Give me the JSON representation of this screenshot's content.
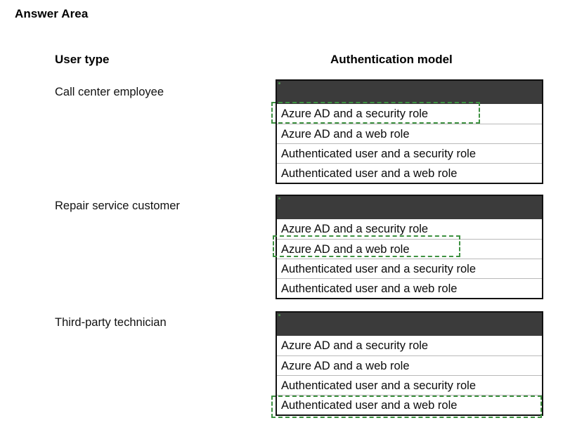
{
  "page": {
    "title": "Answer Area"
  },
  "columns": {
    "left_header": "User type",
    "right_header": "Authentication model"
  },
  "colors": {
    "dropdown_bar": "#3b3b3b",
    "selection_green": "#3d9140",
    "border_black": "#111111",
    "row_separator": "#b9b9b9",
    "page_background": "#ffffff"
  },
  "options": [
    "Azure AD and a security role",
    "Azure AD and a web role",
    "Authenticated user and a security role",
    "Authenticated user and a web role"
  ],
  "rows": [
    {
      "label": "Call center employee",
      "options": [
        "Azure AD and a security role",
        "Azure AD and a web role",
        "Authenticated user and a security role",
        "Authenticated user and a web role"
      ],
      "selected_index": 0,
      "selected_value": "Azure AD and a security role"
    },
    {
      "label": "Repair service customer",
      "options": [
        "Azure AD and a security role",
        "Azure AD and a web role",
        "Authenticated user and a security role",
        "Authenticated user and a web role"
      ],
      "selected_index": 1,
      "selected_value": "Azure AD and a web role"
    },
    {
      "label": "Third-party technician",
      "options": [
        "Azure AD and a security role",
        "Azure AD and a web role",
        "Authenticated user and a security role",
        "Authenticated user and a web role"
      ],
      "selected_index": 3,
      "selected_value": "Authenticated user and a web role"
    }
  ]
}
